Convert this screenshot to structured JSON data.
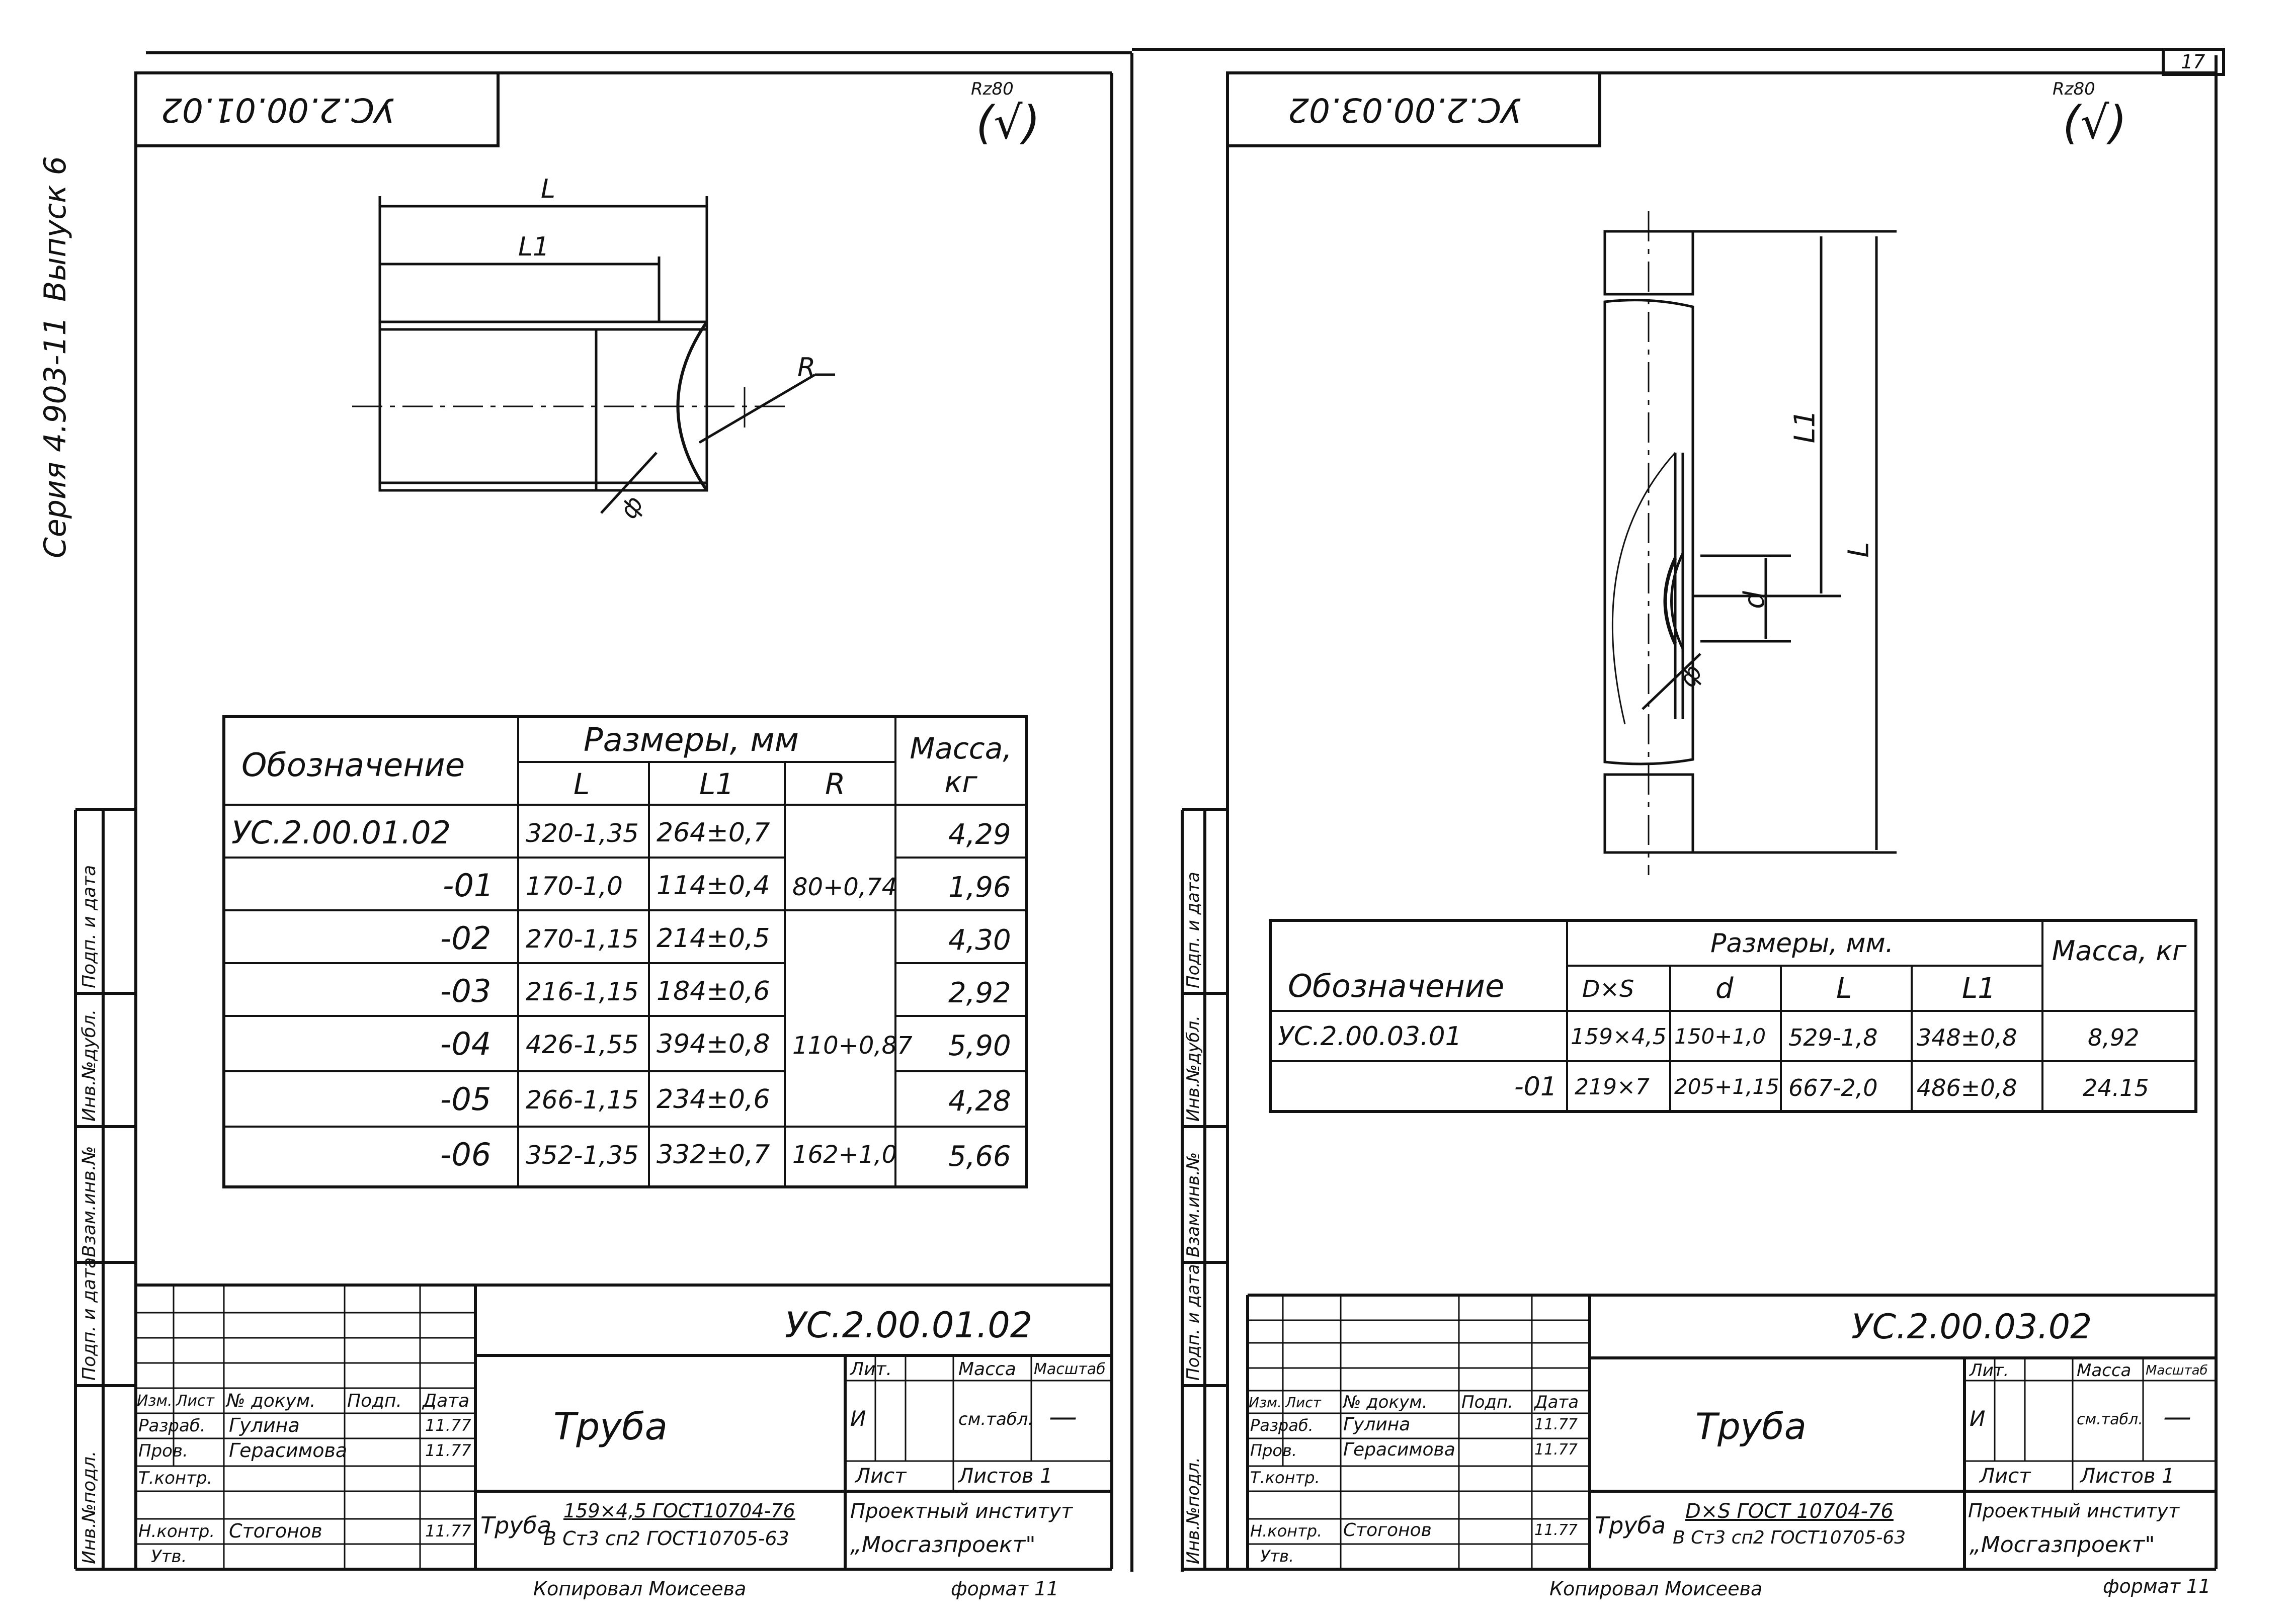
{
  "page_number": "17",
  "side_stamp": {
    "series": "Серия 4.903-11",
    "issue": "Выпуск 6",
    "labels": [
      "Инв.№подл.",
      "Подп. и дата",
      "Взам.инв.№",
      "Инв.№дубл.",
      "Подп. и дата"
    ]
  },
  "left": {
    "mirror_code": "УС.2.00.01.02",
    "roughness": "Rz80",
    "roughness_paren": "(√)",
    "drawing_labels": {
      "L": "L",
      "L1": "L1",
      "R": "R",
      "phi": "ф"
    },
    "table": {
      "col_designation": "Обозначение",
      "group_header": "Размеры, мм",
      "col_L": "L",
      "col_L1": "L1",
      "col_R": "R",
      "col_mass": "Масса, кг",
      "rows": [
        {
          "designation": "УС.2.00.01.02",
          "L": "320-1,35",
          "L1": "264±0,7",
          "mass": "4,29"
        },
        {
          "designation": "-01",
          "L": "170-1,0",
          "L1": "114±0,4",
          "mass": "1,96"
        },
        {
          "designation": "-02",
          "L": "270-1,15",
          "L1": "214±0,5",
          "mass": "4,30"
        },
        {
          "designation": "-03",
          "L": "216-1,15",
          "L1": "184±0,6",
          "mass": "2,92"
        },
        {
          "designation": "-04",
          "L": "426-1,55",
          "L1": "394±0,8",
          "mass": "5,90"
        },
        {
          "designation": "-05",
          "L": "266-1,15",
          "L1": "234±0,6",
          "mass": "4,28"
        },
        {
          "designation": "-06",
          "L": "352-1,35",
          "L1": "332±0,7",
          "mass": "5,66"
        }
      ],
      "R_groups": [
        "80+0,74",
        "110+0,87",
        "162+1,0"
      ]
    },
    "title_block": {
      "code": "УС.2.00.01.02",
      "name": "Труба",
      "cols": [
        "Изм.",
        "Лист",
        "№ докум.",
        "Подп.",
        "Дата"
      ],
      "people": [
        {
          "role": "Разраб.",
          "name": "Гулина",
          "date": "11.77"
        },
        {
          "role": "Пров.",
          "name": "Герасимова",
          "date": "11.77"
        },
        {
          "role": "Т.контр.",
          "name": "",
          "date": ""
        },
        {
          "role": "Н.контр.",
          "name": "Стогонов",
          "date": "11.77"
        },
        {
          "role": "Утв.",
          "name": "",
          "date": ""
        }
      ],
      "lit_header": "Лит.",
      "mass_header": "Масса",
      "scale_header": "Масштаб",
      "lit_value": "И",
      "mass_value": "см.табл.",
      "scale_value": "—",
      "sheet": "Лист",
      "sheets": "Листов 1",
      "material_word": "Труба",
      "material_top": "159×4,5 ГОСТ10704-76",
      "material_bottom": "В Ст3 сп2 ГОСТ10705-63",
      "org_line1": "Проектный институт",
      "org_line2": "„Мосгазпроект\""
    },
    "copied_by": "Копировал Моисеева",
    "format": "формат 11"
  },
  "right": {
    "mirror_code": "УС.2.00.03.02",
    "roughness": "Rz80",
    "roughness_paren": "(√)",
    "drawing_labels": {
      "L": "L",
      "L1": "L1",
      "d": "d",
      "phi": "ф"
    },
    "table": {
      "col_designation": "Обозначение",
      "group_header": "Размеры, мм.",
      "col_DxS": "D×S",
      "col_d": "d",
      "col_L": "L",
      "col_L1": "L1",
      "col_mass": "Масса, кг",
      "rows": [
        {
          "designation": "УС.2.00.03.01",
          "DxS": "159×4,5",
          "d": "150+1,0",
          "L": "529-1,8",
          "L1": "348±0,8",
          "mass": "8,92"
        },
        {
          "designation": "-01",
          "DxS": "219×7",
          "d": "205+1,15",
          "L": "667-2,0",
          "L1": "486±0,8",
          "mass": "24.15"
        }
      ]
    },
    "title_block": {
      "code": "УС.2.00.03.02",
      "name": "Труба",
      "cols": [
        "Изм.",
        "Лист",
        "№ докум.",
        "Подп.",
        "Дата"
      ],
      "people": [
        {
          "role": "Разраб.",
          "name": "Гулина",
          "date": "11.77"
        },
        {
          "role": "Пров.",
          "name": "Герасимова",
          "date": "11.77"
        },
        {
          "role": "Т.контр.",
          "name": "",
          "date": ""
        },
        {
          "role": "Н.контр.",
          "name": "Стогонов",
          "date": "11.77"
        },
        {
          "role": "Утв.",
          "name": "",
          "date": ""
        }
      ],
      "lit_header": "Лит.",
      "mass_header": "Масса",
      "scale_header": "Масштаб",
      "lit_value": "И",
      "mass_value": "см.табл.",
      "scale_value": "—",
      "sheet": "Лист",
      "sheets": "Листов 1",
      "material_word": "Труба",
      "material_top": "D×S ГОСТ 10704-76",
      "material_bottom": "В Ст3 сп2 ГОСТ10705-63",
      "org_line1": "Проектный институт",
      "org_line2": "„Мосгазпроект\""
    },
    "copied_by": "Копировал Моисеева",
    "format": "формат 11"
  }
}
